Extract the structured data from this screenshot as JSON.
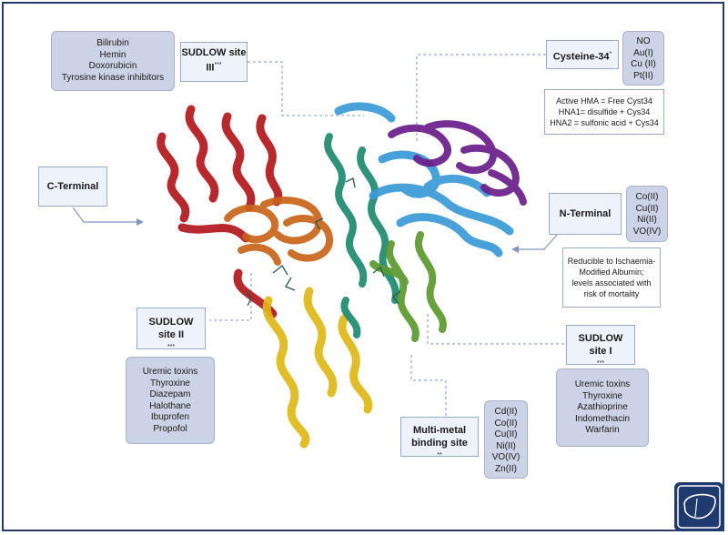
{
  "sudlow3": {
    "title": "SUDLOW site III",
    "sup": "***",
    "ligands": [
      "Bilirubin",
      "Hemin",
      "Doxorubicin",
      "Tyrosine kinase inhibitors"
    ]
  },
  "cys34": {
    "title": "Cysteine-34",
    "sup": "*",
    "metals": [
      "NO",
      "Au(I)",
      "Cu (II)",
      "Pt(II)"
    ],
    "notes": [
      "Active HMA = Free Cyst34",
      "HNA1= disulfide + Cys34",
      "HNA2 = sulfonic acid + Cys34"
    ]
  },
  "cterm": {
    "title": "C-Terminal"
  },
  "nterm": {
    "title": "N-Terminal",
    "metals": [
      "Co(II)",
      "Cu(II)",
      "Ni(II)",
      "VO(IV)"
    ],
    "notes": [
      "Reducible to Ischaemia-",
      "Modified Albumin;",
      "levels associated with",
      "risk of mortality"
    ]
  },
  "sudlow2": {
    "title_line1": "SUDLOW",
    "title_line2": "site II",
    "sup": "***",
    "ligands": [
      "Uremic toxins",
      "Thyroxine",
      "Diazepam",
      "Halothane",
      "Ibuprofen",
      "Propofol"
    ]
  },
  "sudlow1": {
    "title_line1": "SUDLOW",
    "title_line2": "site I",
    "sup": "***",
    "ligands": [
      "Uremic toxins",
      "Thyroxine",
      "Azathioprine",
      "Indomethacin",
      "Warfarin"
    ]
  },
  "multimetal": {
    "title_line1": "Multi-metal",
    "title_line2": "binding site",
    "sup": "**",
    "metals": [
      "Cd(II)",
      "Co(II)",
      "Cu(II)",
      "Ni(II)",
      "VO(IV)",
      "Zn(II)"
    ]
  },
  "colors": {
    "frame": "#243b6b",
    "box_fill": "#cdd3e6",
    "label_fill": "#eef2fa",
    "connector": "#7f95c4",
    "domain_red": "#b3171c",
    "domain_orange": "#c8641a",
    "domain_yellow": "#e0b818",
    "domain_green": "#5a9a2e",
    "domain_teal": "#1e8a6e",
    "domain_blue": "#3a9ad6",
    "domain_purple": "#6a1e8a"
  },
  "logo": {
    "icon": "liver-icon"
  }
}
